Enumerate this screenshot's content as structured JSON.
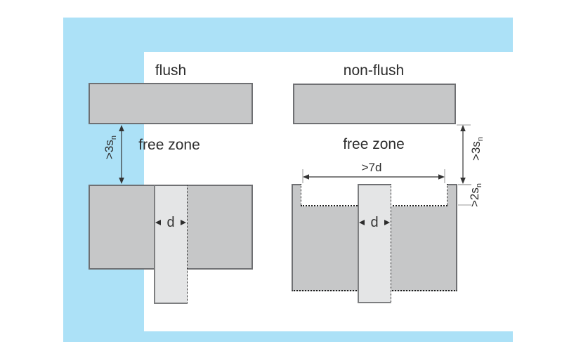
{
  "figure": {
    "description": "flush vs non-flush sensor mounting diagram",
    "colors": {
      "frame_blue": "#ace1f7",
      "metal_fill": "#c6c7c8",
      "metal_border": "#6f7073",
      "sensor_fill": "#e4e5e6",
      "text": "#2d2d2d"
    },
    "left": {
      "title": "flush",
      "free_zone": "free zone",
      "clearance": {
        "main": ">3s",
        "sub": "n"
      },
      "diameter": "d"
    },
    "right": {
      "title": "non-flush",
      "free_zone": "free zone",
      "clearance": {
        "main": ">3s",
        "sub": "n"
      },
      "recess_depth": {
        "main": ">2s",
        "sub": "n"
      },
      "recess_width": ">7d",
      "diameter": "d"
    }
  }
}
